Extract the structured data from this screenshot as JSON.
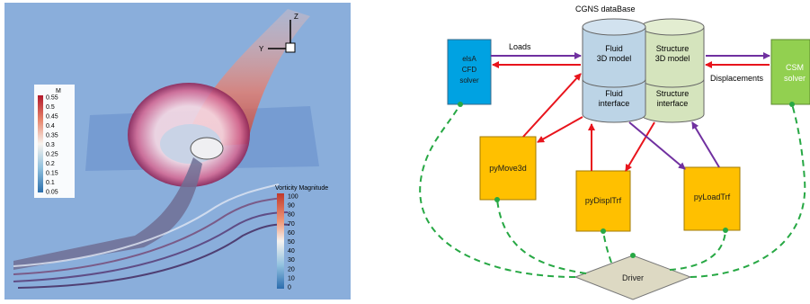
{
  "left_panel": {
    "axes": {
      "z": "Z",
      "y": "Y"
    },
    "mach_legend": {
      "title": "M",
      "ticks": [
        "0.55",
        "0.5",
        "0.45",
        "0.4",
        "0.35",
        "0.3",
        "0.25",
        "0.2",
        "0.15",
        "0.1",
        "0.05"
      ]
    },
    "vorticity_legend": {
      "title": "Vorticity Magnitude",
      "ticks": [
        "100",
        "90",
        "80",
        "70",
        "60",
        "50",
        "40",
        "30",
        "20",
        "10",
        "0"
      ]
    }
  },
  "diagram": {
    "title": "CGNS dataBase",
    "fluid_db": {
      "top_line1": "Fluid",
      "top_line2": "3D model",
      "bottom_line1": "Fluid",
      "bottom_line2": "interface"
    },
    "structure_db": {
      "top_line1": "Structure",
      "top_line2": "3D model",
      "bottom_line1": "Structure",
      "bottom_line2": "interface"
    },
    "elsa": {
      "line1": "elsA",
      "line2": "CFD",
      "line3": "solver"
    },
    "csm": {
      "line1": "CSM",
      "line2": "solver"
    },
    "pymove": "pyMove3d",
    "pydispl": "pyDisplTrf",
    "pyload": "pyLoadTrf",
    "driver": "Driver",
    "loads_label": "Loads",
    "displacements_label": "Displacements",
    "colors": {
      "cylinder_fill": "#bcd4e6",
      "structure_fill": "#d5e4bd",
      "elsa_fill": "#00a2e2",
      "csm_fill": "#92d050",
      "module_fill": "#ffc000",
      "driver_fill": "#ddd9c3",
      "red_arrow": "#e8141c",
      "purple_arrow": "#7030a0",
      "green_dash": "#27a844"
    }
  }
}
